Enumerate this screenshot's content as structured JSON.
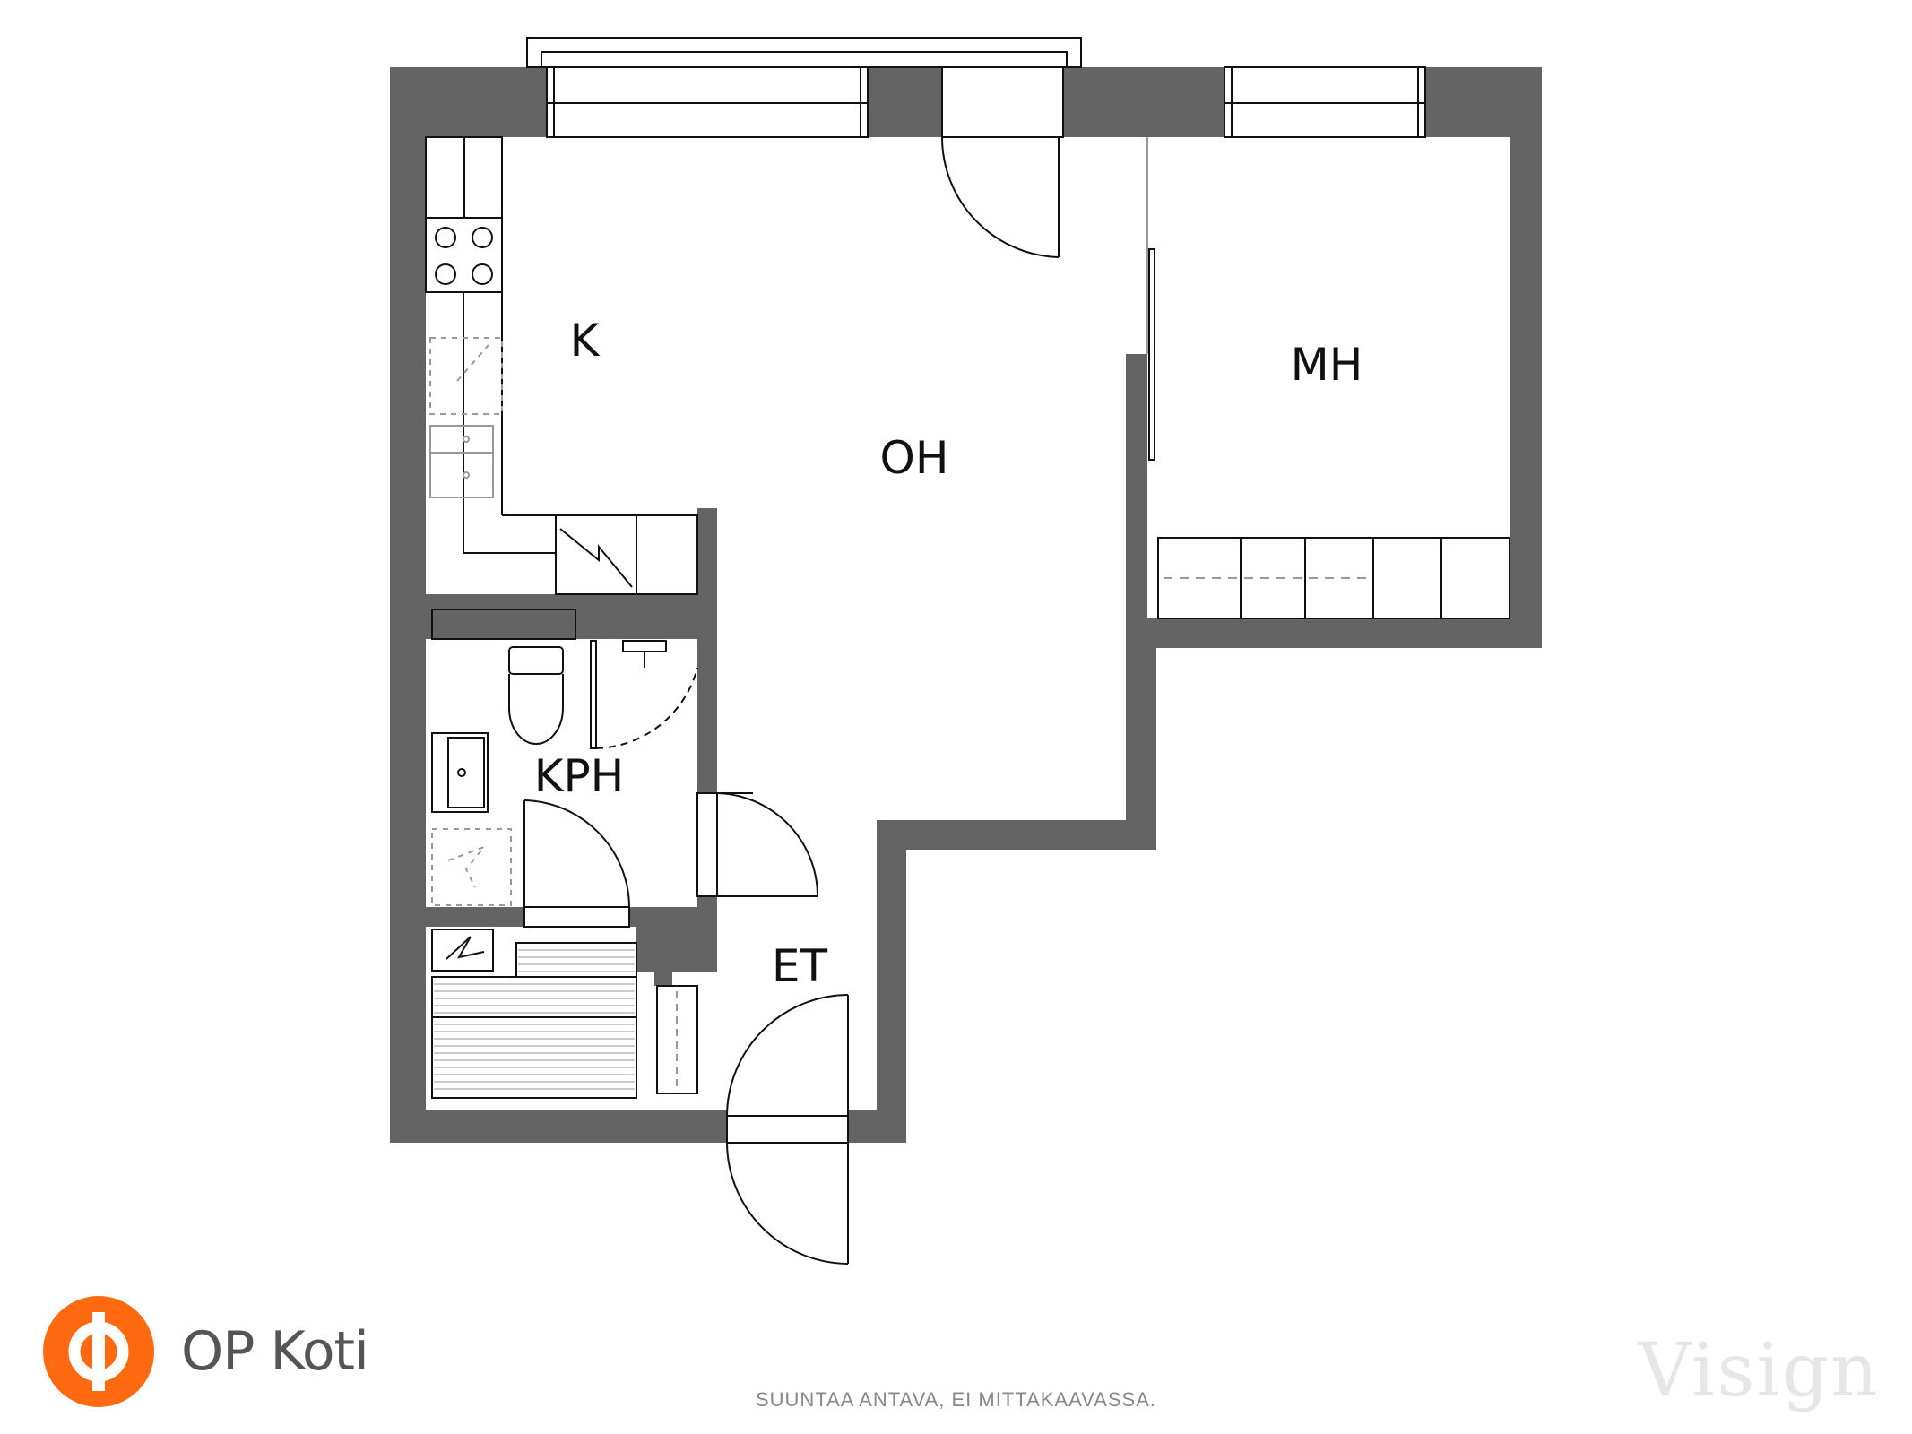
{
  "rooms": {
    "kitchen": "K",
    "living": "OH",
    "bedroom": "MH",
    "bathroom": "KPH",
    "hall": "ET"
  },
  "branding": {
    "name": "OP Koti",
    "logo_color": "#ff6a10"
  },
  "disclaimer": "SUUNTAA ANTAVA, EI MITTAKAAVASSA.",
  "watermark": "Visign",
  "colors": {
    "wall": "#646464",
    "line": "#111111",
    "dashed": "#999999"
  }
}
